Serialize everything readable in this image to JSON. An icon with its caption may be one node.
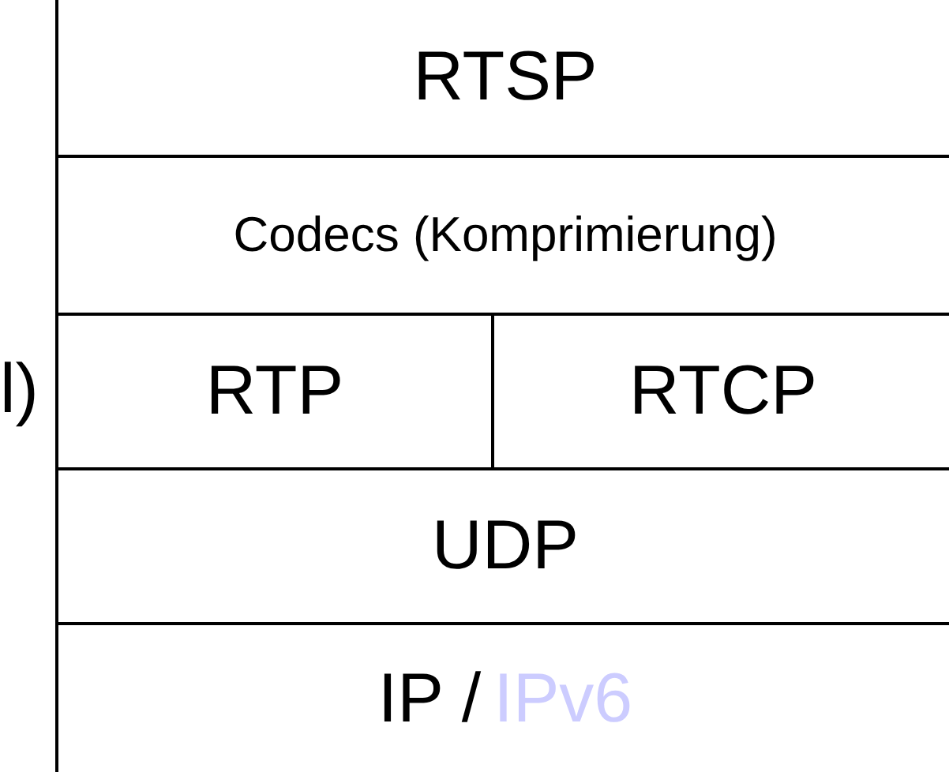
{
  "diagram": {
    "nodes": [
      {
        "text": [
          "RTSP"
        ]
      },
      {
        "text": [
          "Codecs (Komprimierung)"
        ]
      },
      {
        "text": [
          "RTP"
        ]
      },
      {
        "text": [
          "RTCP"
        ]
      },
      {
        "text": [
          "UDP"
        ]
      },
      {
        "text": [
          "IP /",
          "IPv6"
        ]
      }
    ],
    "labels": [
      "l)"
    ]
  }
}
